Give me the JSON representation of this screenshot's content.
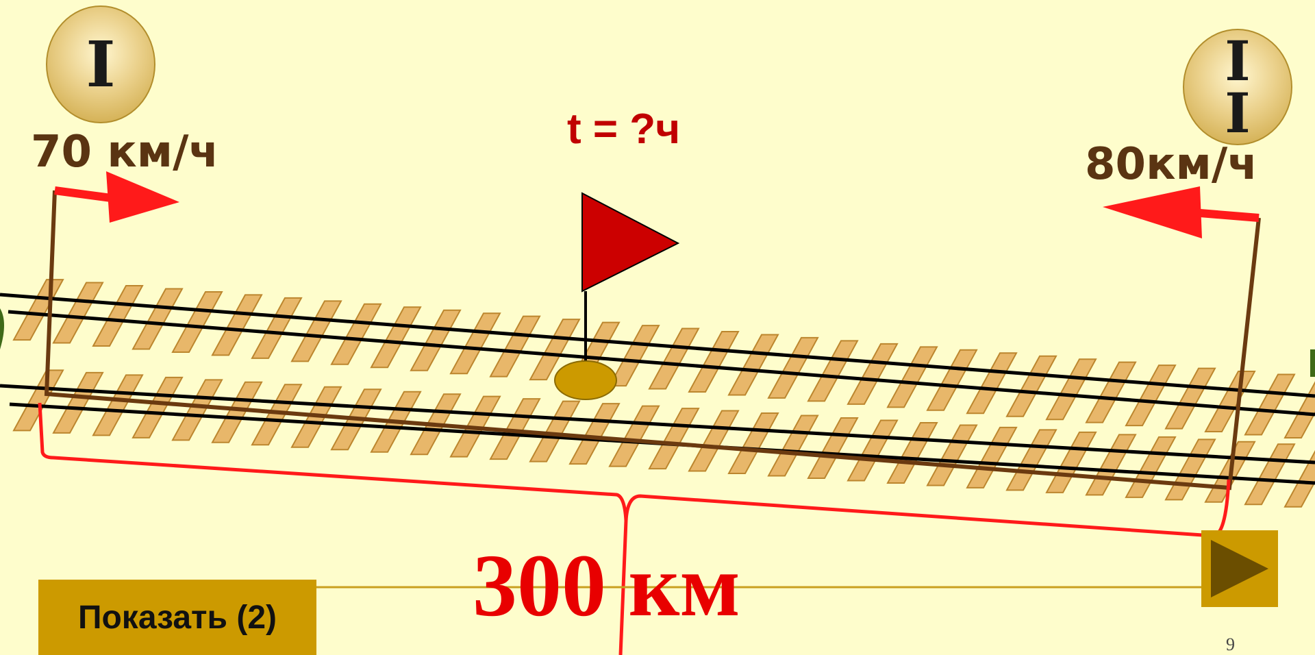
{
  "trains": {
    "first": {
      "badge": "I",
      "speed": "70 км/ч"
    },
    "second": {
      "badge_line1": "I",
      "badge_line2": "I",
      "speed": "80км/ч"
    }
  },
  "question": "t = ?ч",
  "distance": "300 км",
  "controls": {
    "show_label": "Показать (2)",
    "play_icon": "play-triangle-icon"
  },
  "page_number": "9",
  "colors": {
    "background": "#fefdcc",
    "arrow": "#ff1a1a",
    "flag": "#cc0000",
    "sleeper": "#e6b060",
    "button": "#cc9a00",
    "text_brown": "#5a3412",
    "distance_red": "#e80000"
  }
}
